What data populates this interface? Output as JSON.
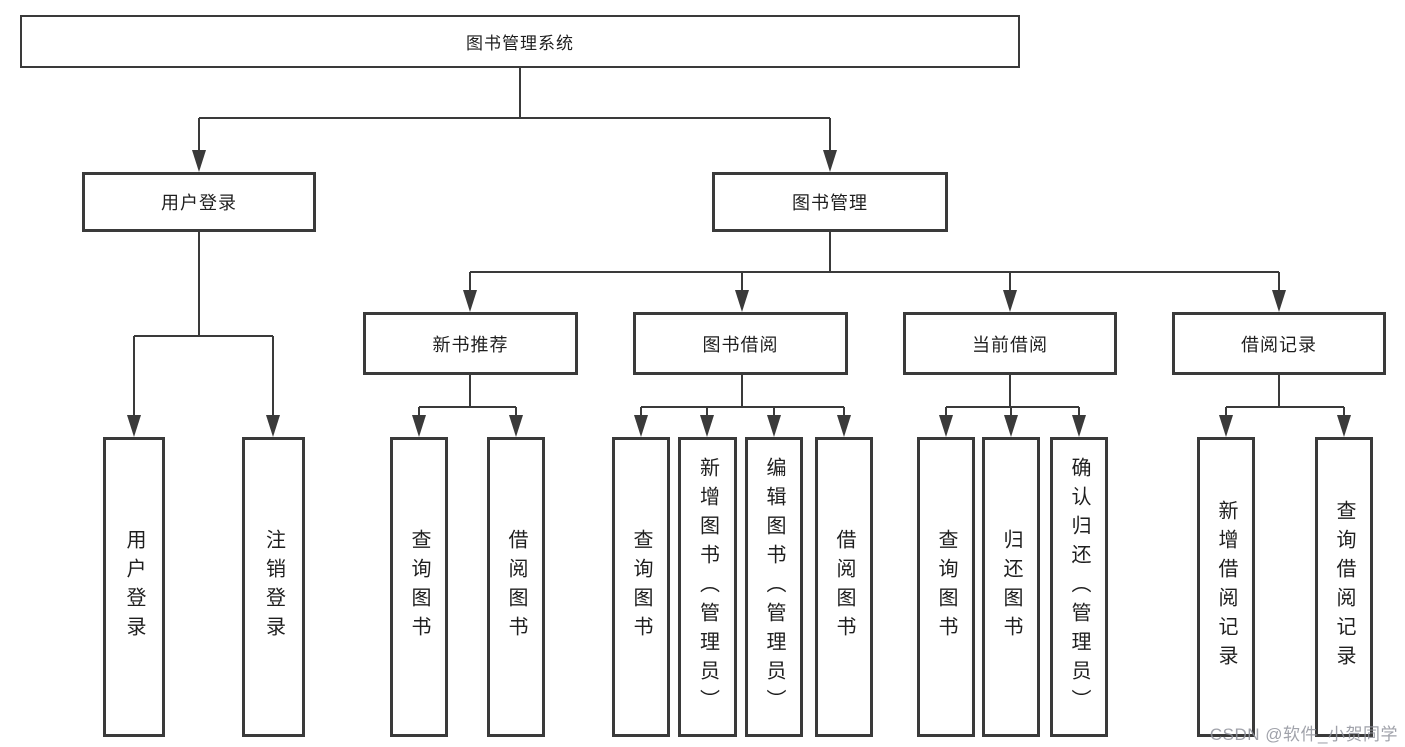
{
  "colors": {
    "line": "#3a3a3a",
    "box_border": "#3a3a3a",
    "text": "#1f1f1f",
    "background": "#ffffff",
    "watermark": "#8f929b"
  },
  "watermark": {
    "text": "CSDN @软件_小贺同学"
  },
  "tree": {
    "root": {
      "label": "图书管理系统",
      "children": [
        {
          "label": "用户登录",
          "children": [
            {
              "label": "用户登录"
            },
            {
              "label": "注销登录"
            }
          ]
        },
        {
          "label": "图书管理",
          "children": [
            {
              "label": "新书推荐",
              "children": [
                {
                  "label": "查询图书"
                },
                {
                  "label": "借阅图书"
                }
              ]
            },
            {
              "label": "图书借阅",
              "children": [
                {
                  "label": "查询图书"
                },
                {
                  "label": "新增图书（管理员）"
                },
                {
                  "label": "编辑图书（管理员）"
                },
                {
                  "label": "借阅图书"
                }
              ]
            },
            {
              "label": "当前借阅",
              "children": [
                {
                  "label": "查询图书"
                },
                {
                  "label": "归还图书"
                },
                {
                  "label": "确认归还（管理员）"
                }
              ]
            },
            {
              "label": "借阅记录",
              "children": [
                {
                  "label": "新增借阅记录"
                },
                {
                  "label": "查询借阅记录"
                }
              ]
            }
          ]
        }
      ]
    }
  }
}
